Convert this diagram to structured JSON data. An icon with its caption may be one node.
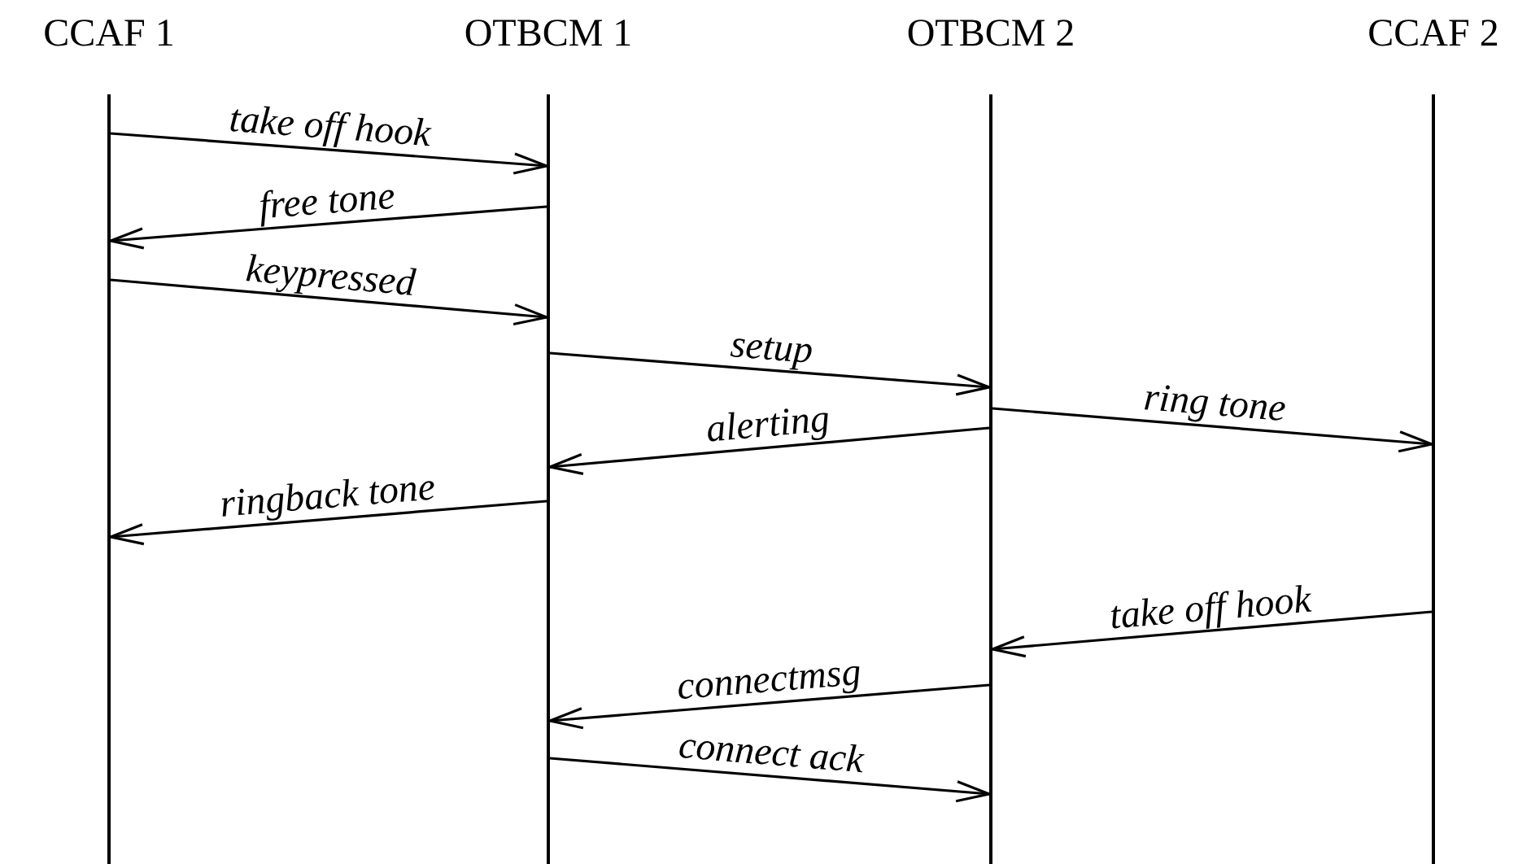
{
  "diagram": {
    "nodes": [
      {
        "text": [
          "CCAF 1"
        ]
      },
      {
        "text": [
          "OTBCM 1"
        ]
      },
      {
        "text": [
          "OTBCM 2"
        ]
      },
      {
        "text": [
          "CCAF 2"
        ]
      }
    ],
    "edges": [
      {
        "from": 0,
        "to": 1,
        "arrow": "to",
        "label": "take off hook"
      },
      {
        "from": 1,
        "to": 0,
        "arrow": "to",
        "label": "free tone"
      },
      {
        "from": 0,
        "to": 1,
        "arrow": "to",
        "label": "keypressed"
      },
      {
        "from": 1,
        "to": 2,
        "arrow": "to",
        "label": "setup"
      },
      {
        "from": 2,
        "to": 1,
        "arrow": "to",
        "label": "alerting"
      },
      {
        "from": 2,
        "to": 3,
        "arrow": "to",
        "label": "ring tone"
      },
      {
        "from": 1,
        "to": 0,
        "arrow": "to",
        "label": "ringback tone"
      },
      {
        "from": 3,
        "to": 2,
        "arrow": "to",
        "label": "take off hook"
      },
      {
        "from": 2,
        "to": 1,
        "arrow": "to",
        "label": "connectmsg"
      },
      {
        "from": 1,
        "to": 2,
        "arrow": "to",
        "label": "connect ack"
      }
    ]
  }
}
